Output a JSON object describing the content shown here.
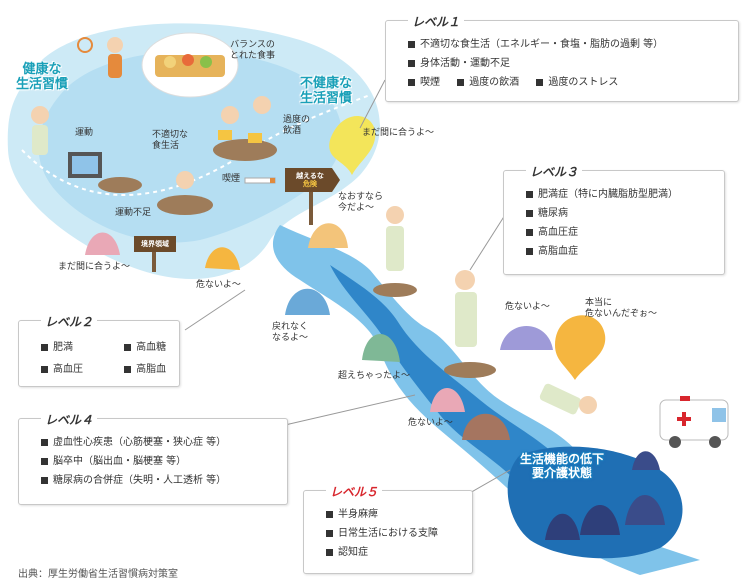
{
  "zones": {
    "healthy": [
      "健康な",
      "生活習慣"
    ],
    "unhealthy": [
      "不健康な",
      "生活習慣"
    ],
    "decline": [
      "生活機能の低下",
      "要介護状態"
    ]
  },
  "labels": {
    "balanced_meal": [
      "バランスの",
      "とれた食事"
    ],
    "exercise": "運動",
    "poor_diet": [
      "不適切な",
      "食生活"
    ],
    "heavy_drinking": [
      "過度の",
      "飲酒"
    ],
    "smoking": "喫煙",
    "lack_of_exercise": "運動不足",
    "boundary_sign": "境界領域",
    "beyond_sign": [
      "越えるな",
      "危険"
    ]
  },
  "speech": {
    "still_in_time_1": "まだ間に合うよ〜",
    "still_in_time_2": "まだ間に合うよ〜",
    "fix_now": [
      "なおすなら",
      "今だよ〜"
    ],
    "danger_1": "危ないよ〜",
    "danger_2": "危ないよ〜",
    "danger_3": "危ないよ〜",
    "really_dangerous": [
      "本当に",
      "危ないんだぞぉ〜"
    ],
    "no_return": [
      "戻れなく",
      "なるよ〜"
    ],
    "crossed_over": "超えちゃったよ〜"
  },
  "levels": [
    {
      "title": "レベル１",
      "items": [
        "不適切な食生活（エネルギー・食塩・脂肪の過剰 等）",
        "身体活動・運動不足"
      ],
      "row": [
        "喫煙",
        "過度の飲酒",
        "過度のストレス"
      ]
    },
    {
      "title": "レベル２",
      "grid": [
        [
          "肥満",
          "高血糖"
        ],
        [
          "高血圧",
          "高脂血"
        ]
      ]
    },
    {
      "title": "レベル３",
      "items": [
        "肥満症（特に内臓脂肪型肥満）",
        "糖尿病",
        "高血圧症",
        "高脂血症"
      ]
    },
    {
      "title": "レベル４",
      "items": [
        "虚血性心疾患（心筋梗塞・狭心症 等）",
        "脳卒中（脳出血・脳梗塞 等）",
        "糖尿病の合併症（失明・人工透析 等）"
      ]
    },
    {
      "title": "レベル５",
      "items": [
        "半身麻痺",
        "日常生活における支障",
        "認知症"
      ]
    }
  ],
  "source": "出典：厚生労働省生活習慣病対策室",
  "colors": {
    "pond": "#bfe3f3",
    "river": "#2f86c9",
    "river_light": "#8fcbea",
    "level5_title": "#d8262d",
    "zone_text": "#1aa0b8"
  }
}
